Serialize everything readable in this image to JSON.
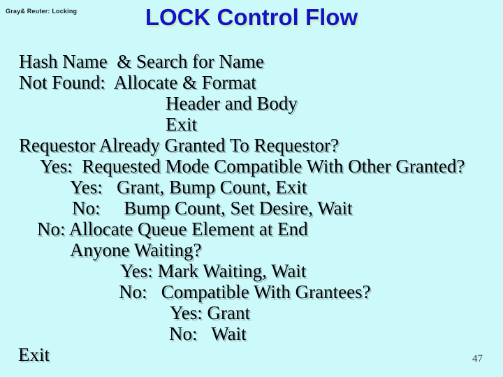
{
  "slide": {
    "watermark": "Gray& Reuter: Locking",
    "title": "LOCK Control Flow",
    "page_number": "47",
    "body_lines": [
      {
        "text": "Hash Name  & Search for Name"
      },
      {
        "text": "Not Found:  Allocate & Format"
      },
      {
        "text": "Header and Body"
      },
      {
        "text": "Exit"
      },
      {
        "text": "Requestor Already Granted To Requestor?"
      },
      {
        "text": "Yes:  Requested Mode Compatible With Other Granted?"
      },
      {
        "text": "Yes:   Grant, Bump Count, Exit"
      },
      {
        "text": "No:     Bump Count, Set Desire, Wait"
      },
      {
        "text": "No: Allocate Queue Element at End"
      },
      {
        "text": "Anyone Waiting?"
      },
      {
        "text": "Yes: Mark Waiting, Wait"
      },
      {
        "text": "No:   Compatible With Grantees?"
      },
      {
        "text": "Yes: Grant"
      },
      {
        "text": "No:   Wait"
      },
      {
        "text": "Exit"
      }
    ],
    "colors": {
      "background": "#CCF9FA",
      "title_text": "#1313C6",
      "body_text": "#000000"
    }
  }
}
